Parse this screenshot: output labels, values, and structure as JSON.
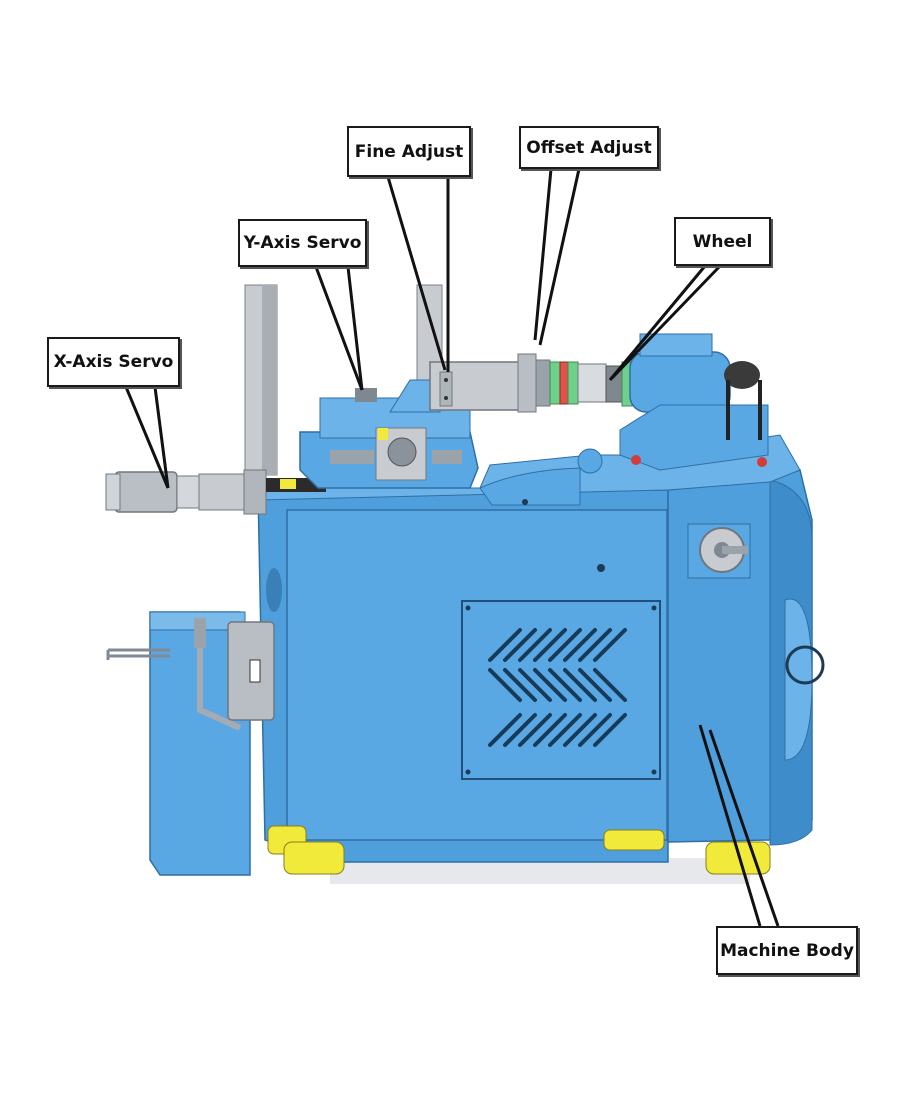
{
  "labels": {
    "fine_adjust": "Fine Adjust",
    "offset_adjust": "Offset Adjust",
    "y_axis_servo": "Y-Axis Servo",
    "wheel": "Wheel",
    "x_axis_servo": "X-Axis Servo",
    "machine_body": "Machine Body"
  },
  "colors": {
    "body_blue": "#5aa8e3",
    "body_blue_dark": "#3f8ccb",
    "steel": "#bfc4c9",
    "accent_yellow": "#f2ea3a",
    "accent_red": "#d43b3b",
    "accent_green": "#6fd08a",
    "line": "#111111"
  }
}
